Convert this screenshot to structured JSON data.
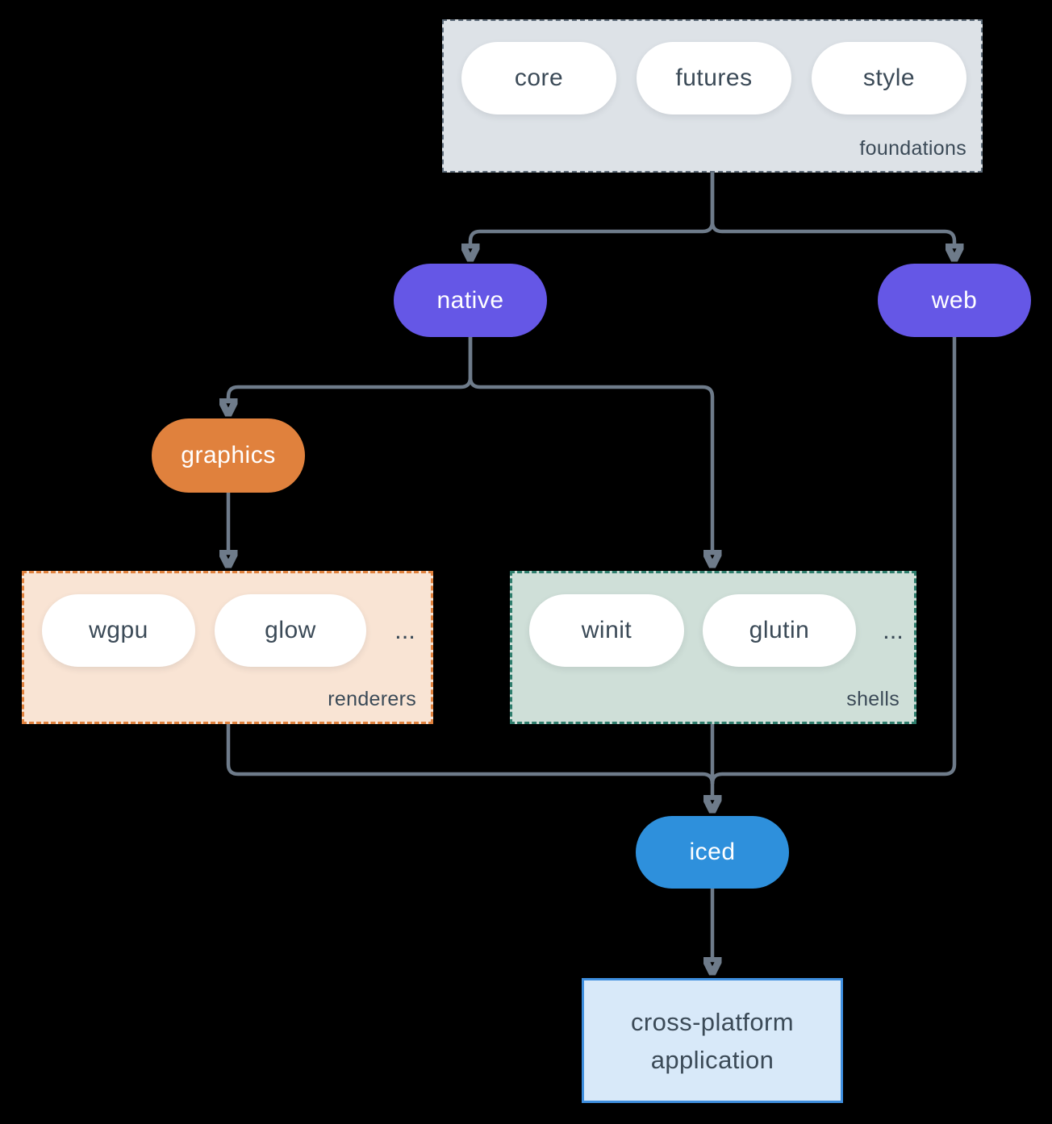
{
  "groups": {
    "foundations": {
      "label": "foundations",
      "pills": [
        "core",
        "futures",
        "style"
      ]
    },
    "renderers": {
      "label": "renderers",
      "pills": [
        "wgpu",
        "glow"
      ],
      "more": "..."
    },
    "shells": {
      "label": "shells",
      "pills": [
        "winit",
        "glutin"
      ],
      "more": "..."
    }
  },
  "nodes": {
    "native": {
      "label": "native"
    },
    "web": {
      "label": "web"
    },
    "graphics": {
      "label": "graphics"
    },
    "iced": {
      "label": "iced"
    },
    "application": {
      "line1": "cross-platform",
      "line2": "application"
    }
  },
  "colors": {
    "background": "#000000",
    "arrow": "#6e7b8a",
    "text_dark": "#3b4a57",
    "pill_bg": "#ffffff",
    "purple_node": "#6557e6",
    "orange_node": "#e0813d",
    "blue_node": "#2e90dc",
    "foundations_bg": "#dde2e7",
    "foundations_border": "#5c6a78",
    "renderers_bg": "#f9e4d4",
    "renderers_border": "#e0813d",
    "shells_bg": "#cfdfd8",
    "shells_border": "#2e7d6c",
    "app_bg": "#d8e9f9",
    "app_border": "#3e8ede"
  }
}
